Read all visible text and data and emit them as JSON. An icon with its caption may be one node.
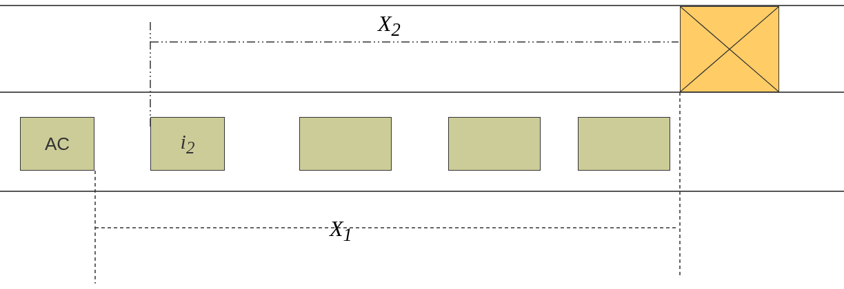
{
  "diagram": {
    "nodes": [
      {
        "text": [
          "AC"
        ]
      },
      {
        "text": [
          "i$_{2}$"
        ]
      },
      {
        "text": [],
        "shape": "box"
      },
      {
        "text": [],
        "shape": "box"
      },
      {
        "text": [],
        "shape": "box"
      },
      {
        "text": [],
        "shape": "box"
      }
    ],
    "labels": [
      "X$_{2}$",
      "X$_{1}$"
    ]
  }
}
